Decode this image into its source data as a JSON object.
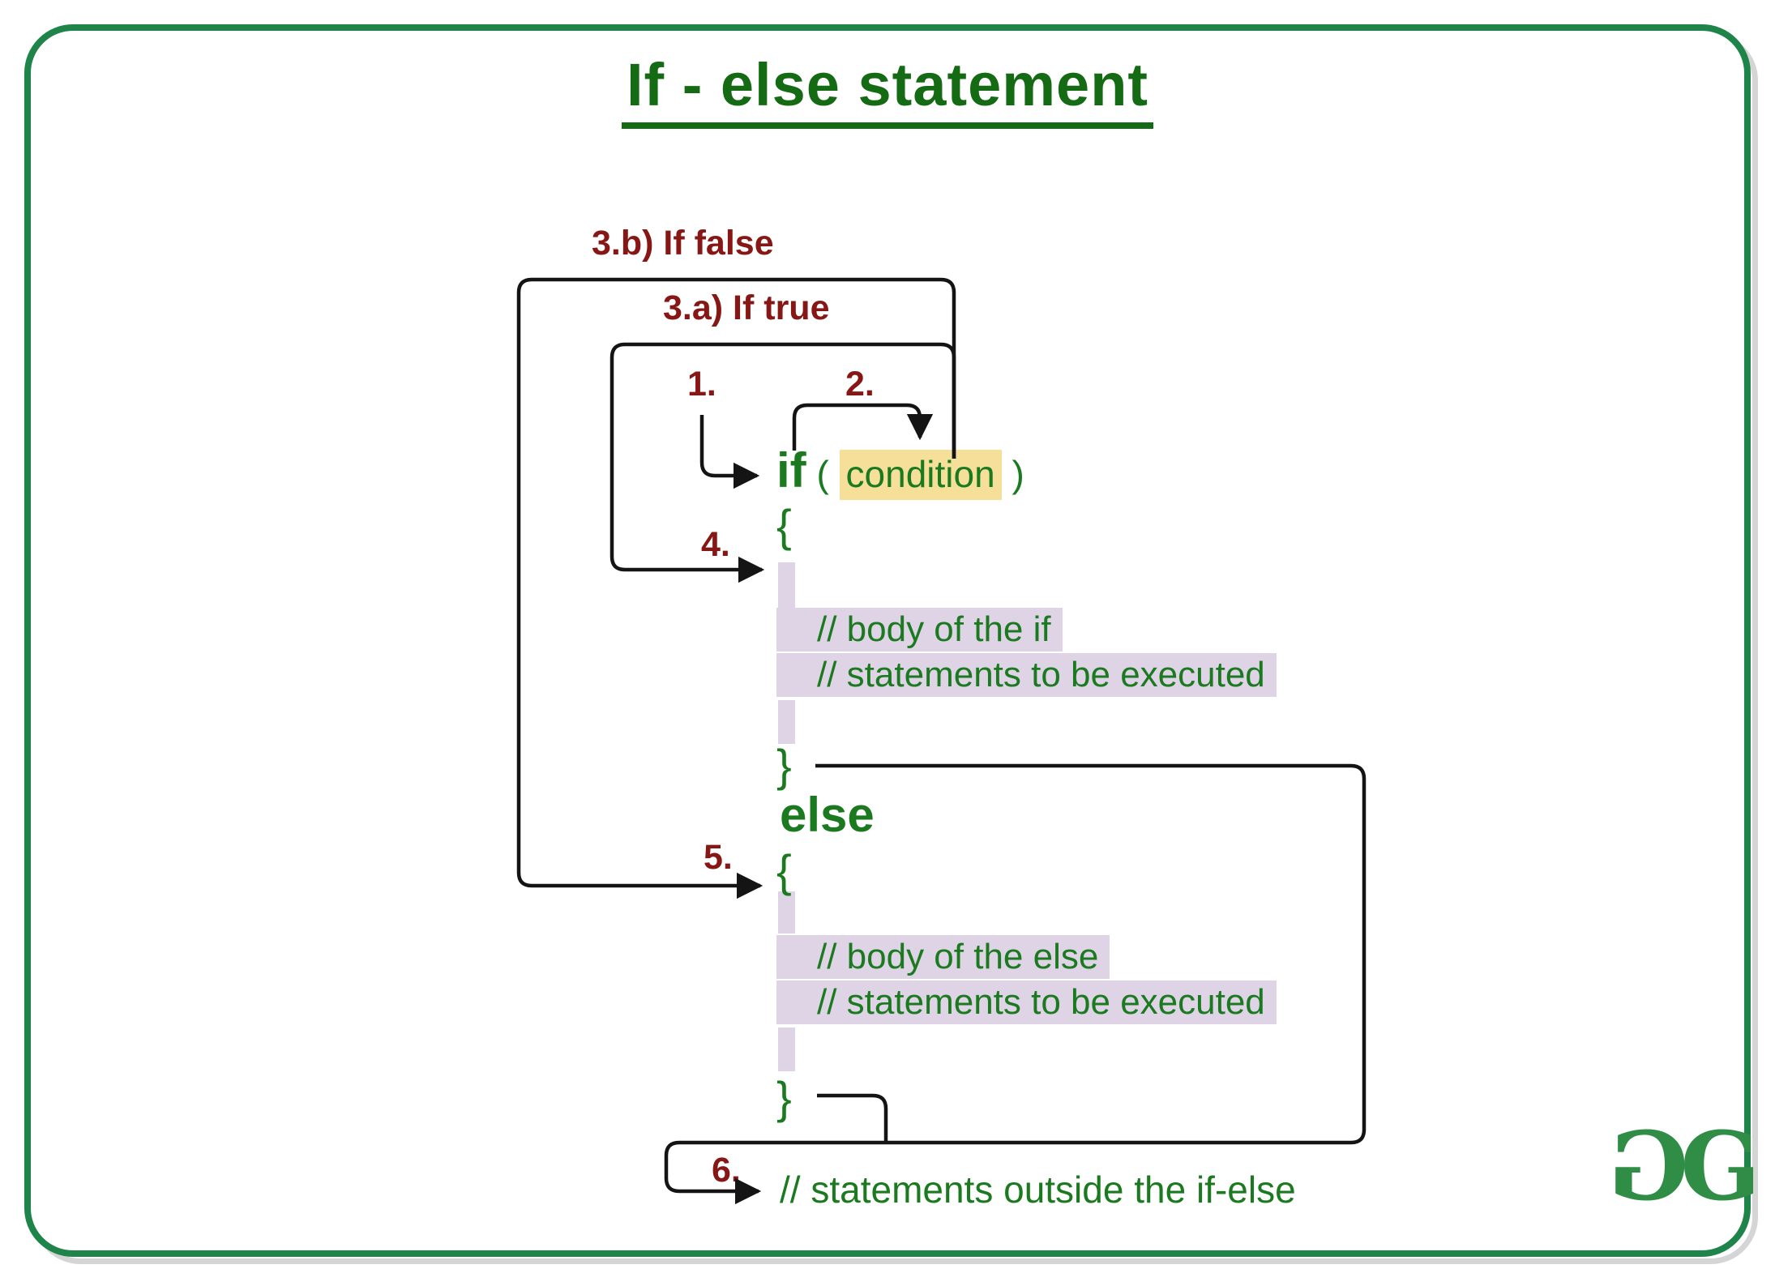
{
  "page": {
    "title": "If - else statement"
  },
  "labels": {
    "if_false": "3.b) If false",
    "if_true": "3.a) If true",
    "step1": "1.",
    "step2": "2.",
    "step4": "4.",
    "step5": "5.",
    "step6": "6."
  },
  "code": {
    "if_keyword": "if",
    "open_paren": "(",
    "condition": "condition",
    "close_paren": ")",
    "open_brace": "{",
    "close_brace": "}",
    "if_body_comment": "// body of the if",
    "statements_comment_if": "// statements to be executed",
    "else_keyword": "else",
    "else_body_comment": "// body of the else",
    "statements_comment_else": "// statements to be executed",
    "outside_comment": "// statements outside the if-else"
  },
  "logo": {
    "left_glyph": "G",
    "right_glyph": "G"
  },
  "colors": {
    "title_green": "#146b14",
    "code_green": "#1b7a1f",
    "label_maroon": "#871715",
    "condition_highlight_yellow": "#f6e099",
    "body_highlight_lavender": "#ded4e6",
    "connector_black": "#141414",
    "logo_green": "#2f8d46",
    "frame_green": "#1e8449",
    "frame_gray": "#d5d5d5"
  }
}
